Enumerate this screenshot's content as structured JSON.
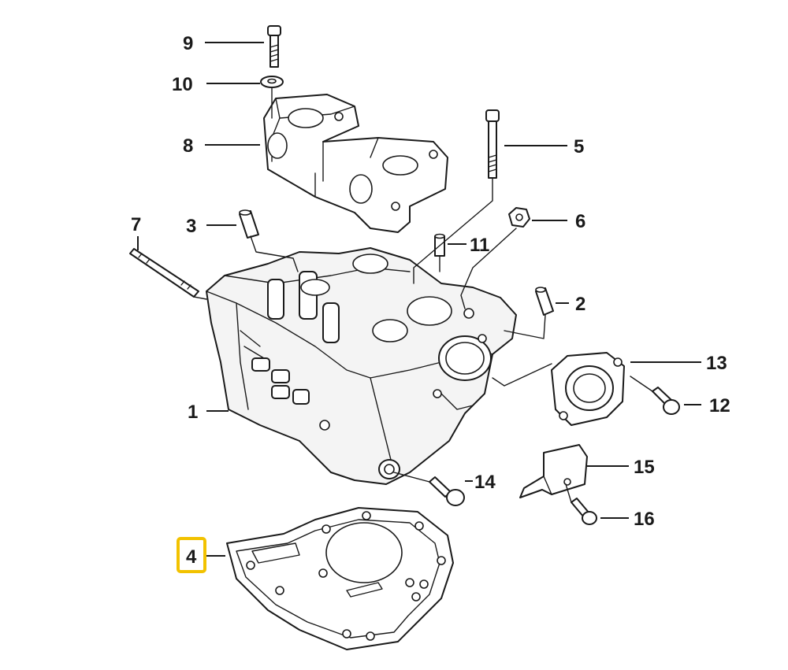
{
  "callouts": [
    {
      "id": "9",
      "label": "9"
    },
    {
      "id": "10",
      "label": "10"
    },
    {
      "id": "8",
      "label": "8"
    },
    {
      "id": "5",
      "label": "5"
    },
    {
      "id": "3",
      "label": "3"
    },
    {
      "id": "6",
      "label": "6"
    },
    {
      "id": "7",
      "label": "7"
    },
    {
      "id": "11",
      "label": "11"
    },
    {
      "id": "2",
      "label": "2"
    },
    {
      "id": "13",
      "label": "13"
    },
    {
      "id": "12",
      "label": "12"
    },
    {
      "id": "1",
      "label": "1"
    },
    {
      "id": "15",
      "label": "15"
    },
    {
      "id": "14",
      "label": "14"
    },
    {
      "id": "16",
      "label": "16"
    },
    {
      "id": "4",
      "label": "4"
    }
  ],
  "highlighted_callout": "4",
  "colors": {
    "ink": "#1a1a1a",
    "highlight": "#f2c200",
    "background": "#ffffff"
  }
}
